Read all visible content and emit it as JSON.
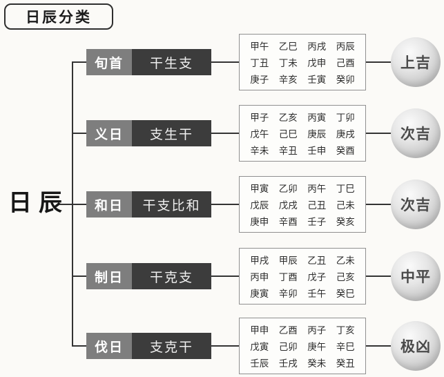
{
  "title": "日辰分类",
  "root_label": "日辰",
  "colors": {
    "label_bg": "#7e7e7e",
    "relation_bg": "#3c3c3c",
    "line": "#333333"
  },
  "rows": [
    {
      "label": "旬首",
      "relation": "干生支",
      "verdict": "上吉",
      "stems": [
        [
          "甲午",
          "乙巳",
          "丙戌",
          "丙辰"
        ],
        [
          "丁丑",
          "丁未",
          "戊申",
          "己酉"
        ],
        [
          "庚子",
          "辛亥",
          "壬寅",
          "癸卯"
        ]
      ]
    },
    {
      "label": "义日",
      "relation": "支生干",
      "verdict": "次吉",
      "stems": [
        [
          "甲子",
          "乙亥",
          "丙寅",
          "丁卯"
        ],
        [
          "戊午",
          "己巳",
          "庚辰",
          "庚戌"
        ],
        [
          "辛未",
          "辛丑",
          "壬申",
          "癸酉"
        ]
      ]
    },
    {
      "label": "和日",
      "relation": "干支比和",
      "verdict": "次吉",
      "stems": [
        [
          "甲寅",
          "乙卯",
          "丙午",
          "丁巳"
        ],
        [
          "戊辰",
          "戊戌",
          "己丑",
          "己未"
        ],
        [
          "庚申",
          "辛酉",
          "壬子",
          "癸亥"
        ]
      ]
    },
    {
      "label": "制日",
      "relation": "干克支",
      "verdict": "中平",
      "stems": [
        [
          "甲戌",
          "甲辰",
          "乙丑",
          "乙未"
        ],
        [
          "丙申",
          "丁酉",
          "戊子",
          "己亥"
        ],
        [
          "庚寅",
          "辛卯",
          "壬午",
          "癸巳"
        ]
      ]
    },
    {
      "label": "伐日",
      "relation": "支克干",
      "verdict": "极凶",
      "stems": [
        [
          "甲申",
          "乙酉",
          "丙子",
          "丁亥"
        ],
        [
          "戊寅",
          "己卯",
          "庚午",
          "辛巳"
        ],
        [
          "壬辰",
          "壬戌",
          "癸未",
          "癸丑"
        ]
      ]
    }
  ]
}
